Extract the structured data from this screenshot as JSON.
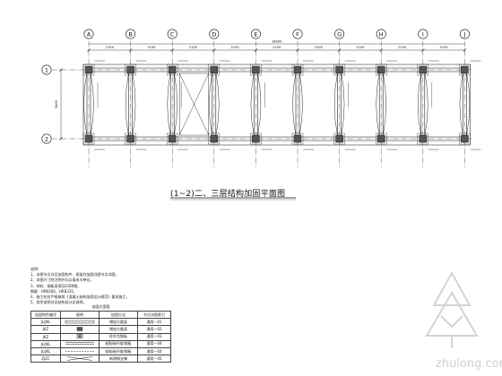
{
  "axes_cols": [
    "A",
    "B",
    "C",
    "D",
    "E",
    "F",
    "G",
    "H",
    "I",
    "J"
  ],
  "axes_rows": [
    "1",
    "2"
  ],
  "bay_dims": [
    "2100",
    "2100",
    "2100",
    "2100",
    "2100",
    "2100",
    "2100",
    "2100",
    "2100"
  ],
  "total_dim": "18900",
  "row_dim": "5400",
  "caption": "(1~2)二、三层结构加固平面图",
  "notes": {
    "heading": "说明:",
    "lines": [
      "1、本图节点详见加固构件、框架柱加固详图节点详图。",
      "2、本图尺寸除注明外均以毫米为单位。",
      "3、材料：钢板采用Q235B钢，",
      "   钢筋：HPB300、HRB335、",
      "4、施工时应严格按照《混凝土结构加固设计规范》要求施工。",
      "5、其余说明详见结构设计总说明。"
    ]
  },
  "legend": {
    "title": "加固方案图",
    "headers": [
      "加固构件编号",
      "图例",
      "加固方法",
      "节点详图索引"
    ],
    "rows": [
      [
        "JL/JKL",
        "",
        "增加大截面",
        "通用—01"
      ],
      [
        "JKZ",
        "",
        "增加大截面",
        "通用—02"
      ],
      [
        "JKZ",
        "",
        "柱外包钢板",
        "通用—03"
      ],
      [
        "JL/JKL",
        "",
        "粘贴碳纤维/钢板",
        "通用—04"
      ],
      [
        "JL/JKL",
        "",
        "粘贴碳纤维/钢板",
        "通用—04"
      ],
      [
        "ZJZC",
        "",
        "新增钢支撑",
        "通用—05"
      ]
    ]
  },
  "watermark": "zhulong.com",
  "colors": {
    "line": "#111111",
    "accent_fill": "#555555",
    "watermark": "#cfcfcf"
  }
}
